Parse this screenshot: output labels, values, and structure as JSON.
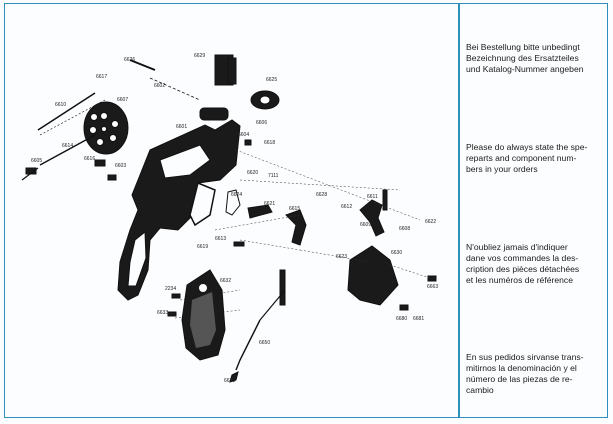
{
  "notes": {
    "german": [
      "Bei Bestellung bitte unbedingt",
      "Bezeichnung des Ersatzteiles",
      "und Katalog-Nummer angeben"
    ],
    "english": [
      "Please do always state the spe-",
      "reparts and component num-",
      "bers in your orders"
    ],
    "french": [
      "N'oubliez jamais d'indiquer",
      "dane vos commandes la des-",
      "cription des pièces détachées",
      "et les numéros de référence"
    ],
    "spanish": [
      "En sus pedidos sirvanse trans-",
      "mitirnos la denominación y el",
      "número de las piezas de re-",
      "cambio"
    ]
  },
  "part_labels": {
    "p6626": "6626",
    "p6629": "6629",
    "p6602": "6602",
    "p6625": "6625",
    "p6617": "6617",
    "p6607": "6607",
    "p6610": "6610",
    "p6601": "6601",
    "p6606": "6606",
    "p6604": "6604",
    "p6616": "6616",
    "p6618": "6618",
    "p6605": "6605",
    "p6614": "6614",
    "p6620": "6620",
    "p7111": "7111",
    "p6624": "6624",
    "p6603": "6603",
    "p6621": "6621",
    "p6628": "6628",
    "p6612": "6612",
    "p6611": "6611",
    "p6615": "6615",
    "p6622": "6622",
    "p6608": "6608",
    "p6609": "6609",
    "p6623": "6623",
    "p6630": "6630",
    "p6613": "6613",
    "p6619": "6619",
    "p6632": "6632",
    "p2234": "2234",
    "p6633": "6633",
    "p6650": "6650",
    "p6631": "6631",
    "p6663": "6663",
    "p6680": "6680",
    "p6681": "6681"
  }
}
